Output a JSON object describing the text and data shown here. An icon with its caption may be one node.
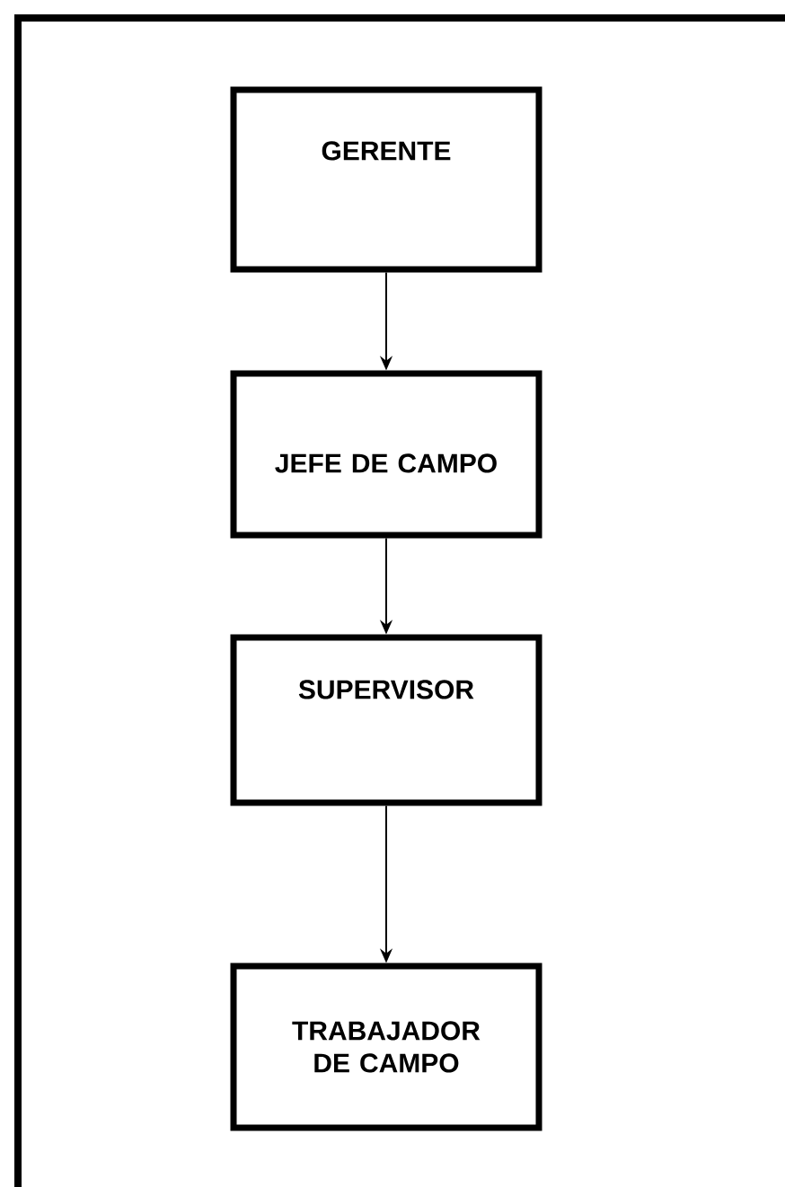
{
  "diagram": {
    "nodes": [
      {
        "text": [
          "GERENTE"
        ]
      },
      {
        "text": [
          "JEFE DE CAMPO"
        ]
      },
      {
        "text": [
          "SUPERVISOR"
        ]
      },
      {
        "text": [
          "TRABAJADOR DE CAMPO"
        ]
      }
    ],
    "edges": [
      {
        "from": 0,
        "to": 1,
        "arrow": "to"
      },
      {
        "from": 1,
        "to": 2,
        "arrow": "to"
      },
      {
        "from": 2,
        "to": 3,
        "arrow": "to"
      }
    ]
  }
}
